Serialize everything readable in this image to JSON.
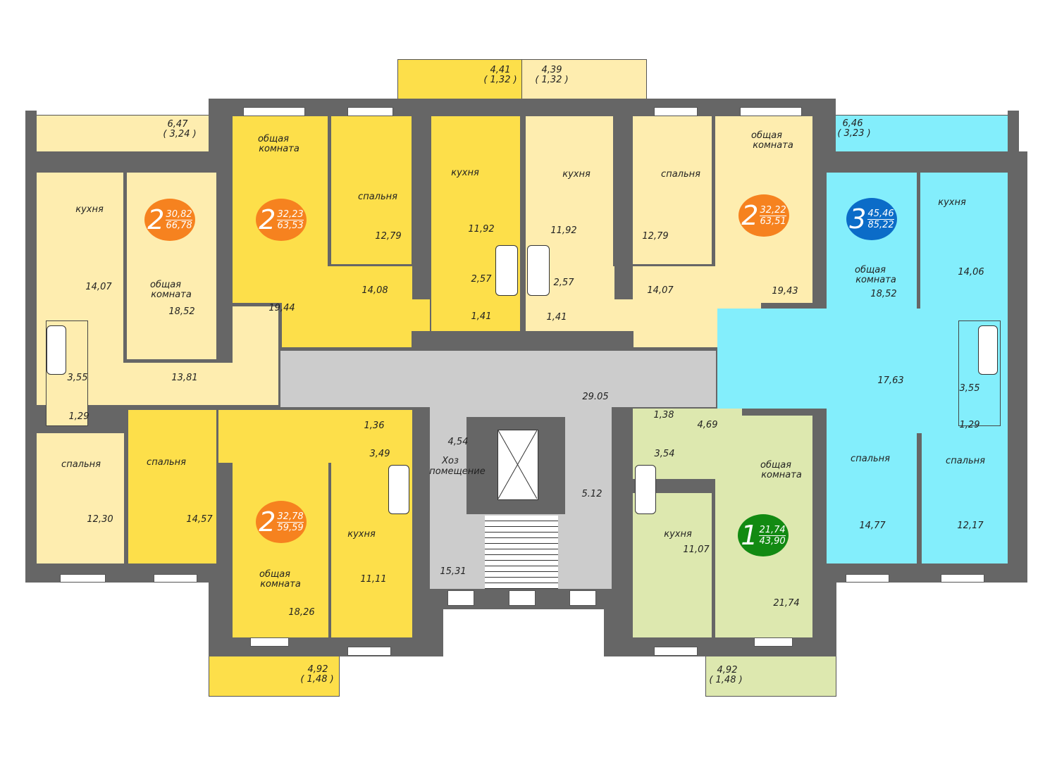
{
  "colors": {
    "light_yellow": "#FEEDAF",
    "yellow": "#FDDF4A",
    "cyan": "#83EEFC",
    "green": "#DDE8AF",
    "common": "#CCCCCC",
    "wall": "#666666",
    "badge_orange": "#F6821F",
    "badge_blue": "#0B6CC8",
    "badge_green": "#128A12"
  },
  "apartments": [
    {
      "rooms": "2",
      "living": "30,82",
      "total": "66,78",
      "labels": [
        "6,47",
        "( 3,24 )",
        "кухня",
        "14,07",
        "общая",
        "комната",
        "18,52",
        "13,81",
        "3,55",
        "1,29",
        "спальня",
        "12,30"
      ]
    },
    {
      "rooms": "2",
      "living": "32,23",
      "total": "63,53",
      "labels": [
        "общая",
        "комната",
        "19,44",
        "спальня",
        "12,79",
        "14,08",
        "кухня",
        "11,92",
        "2,57",
        "1,41",
        "4,41",
        "( 1,32 )"
      ]
    },
    {
      "rooms": "2",
      "living": "32,22",
      "total": "63,51",
      "labels": [
        "4,39",
        "( 1,32 )",
        "кухня",
        "11,92",
        "2,57",
        "1,41",
        "спальня",
        "12,79",
        "14,07",
        "общая",
        "комната",
        "19,43"
      ]
    },
    {
      "rooms": "3",
      "living": "45,46",
      "total": "85,22",
      "labels": [
        "6,46",
        "( 3,23 )",
        "кухня",
        "14,06",
        "общая",
        "комната",
        "18,52",
        "17,63",
        "3,55",
        "1,29",
        "спальня",
        "14,77",
        "спальня",
        "12,17"
      ]
    },
    {
      "rooms": "1",
      "living": "21,74",
      "total": "43,90",
      "labels": [
        "1,38",
        "4,69",
        "3,54",
        "общая",
        "комната",
        "21,74",
        "кухня",
        "11,07",
        "4,92",
        "( 1,48 )"
      ]
    },
    {
      "rooms": "2",
      "living": "32,78",
      "total": "59,59",
      "labels": [
        "спальня",
        "14,57",
        "1,36",
        "3,49",
        "кухня",
        "11,11",
        "общая",
        "комната",
        "18,26",
        "4,92",
        "( 1,48 )"
      ]
    }
  ],
  "common": {
    "corridor": "29.05",
    "storage_area": "4,54",
    "storage_label_1": "Хоз",
    "storage_label_2": "помещение",
    "lobby": "5.12",
    "stairs": "15,31"
  }
}
